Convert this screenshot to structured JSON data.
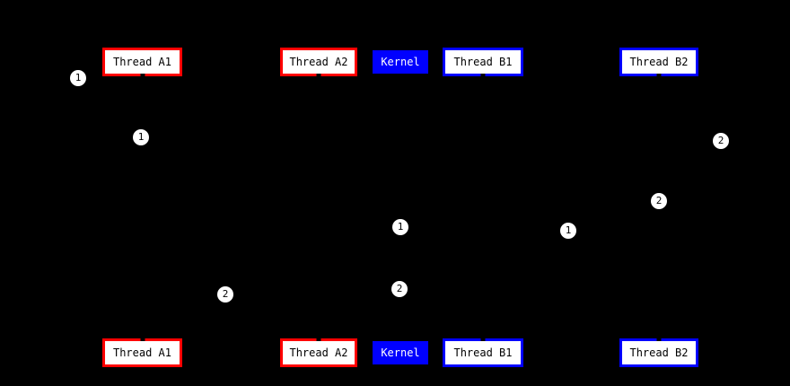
{
  "colors": {
    "background": "#000000",
    "thread_a_border": "#ff0000",
    "thread_b_border": "#0000ff",
    "kernel_fill": "#0000ff",
    "kernel_text": "#ffffff",
    "box_fill": "#ffffff",
    "box_text": "#000000",
    "marker_fill": "#ffffff",
    "marker_text": "#000000"
  },
  "boxes": [
    {
      "label": "Thread A1",
      "variant": "thread-a",
      "row": "top"
    },
    {
      "label": "Thread A2",
      "variant": "thread-a",
      "row": "top"
    },
    {
      "label": "Kernel",
      "variant": "kernel",
      "row": "top"
    },
    {
      "label": "Thread B1",
      "variant": "thread-b",
      "row": "top"
    },
    {
      "label": "Thread B2",
      "variant": "thread-b",
      "row": "top"
    },
    {
      "label": "Thread A1",
      "variant": "thread-a",
      "row": "bottom"
    },
    {
      "label": "Thread A2",
      "variant": "thread-a",
      "row": "bottom"
    },
    {
      "label": "Kernel",
      "variant": "kernel",
      "row": "bottom"
    },
    {
      "label": "Thread B1",
      "variant": "thread-b",
      "row": "bottom"
    },
    {
      "label": "Thread B2",
      "variant": "thread-b",
      "row": "bottom"
    }
  ],
  "markers": [
    {
      "label": "1"
    },
    {
      "label": "1"
    },
    {
      "label": "2"
    },
    {
      "label": "2"
    },
    {
      "label": "1"
    },
    {
      "label": "1"
    },
    {
      "label": "2"
    },
    {
      "label": "2"
    }
  ]
}
